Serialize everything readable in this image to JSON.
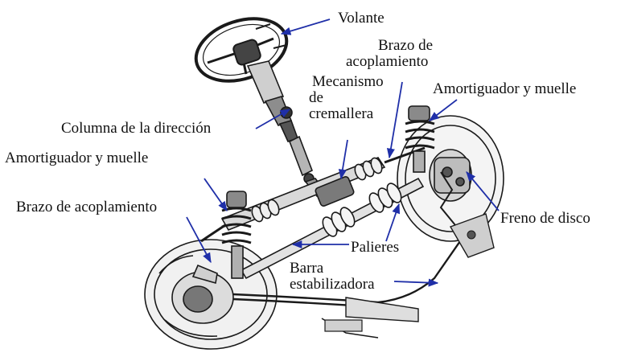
{
  "labels": {
    "volante": "Volante",
    "brazo_top_1": "Brazo de",
    "brazo_top_2": "acoplamiento",
    "mecanismo_1": "Mecanismo",
    "mecanismo_2": "de",
    "mecanismo_3": "cremallera",
    "amortiguador_right": "Amortiguador y muelle",
    "columna": "Columna de la dirección",
    "amortiguador_left": "Amortiguador y muelle",
    "brazo_left": "Brazo de acoplamiento",
    "freno": "Freno de disco",
    "palieres": "Palieres",
    "barra_1": "Barra",
    "barra_2": "estabilizadora"
  },
  "colors": {
    "arrow": "#1f2fa8",
    "ink": "#1a1a1a",
    "text": "#111111"
  }
}
